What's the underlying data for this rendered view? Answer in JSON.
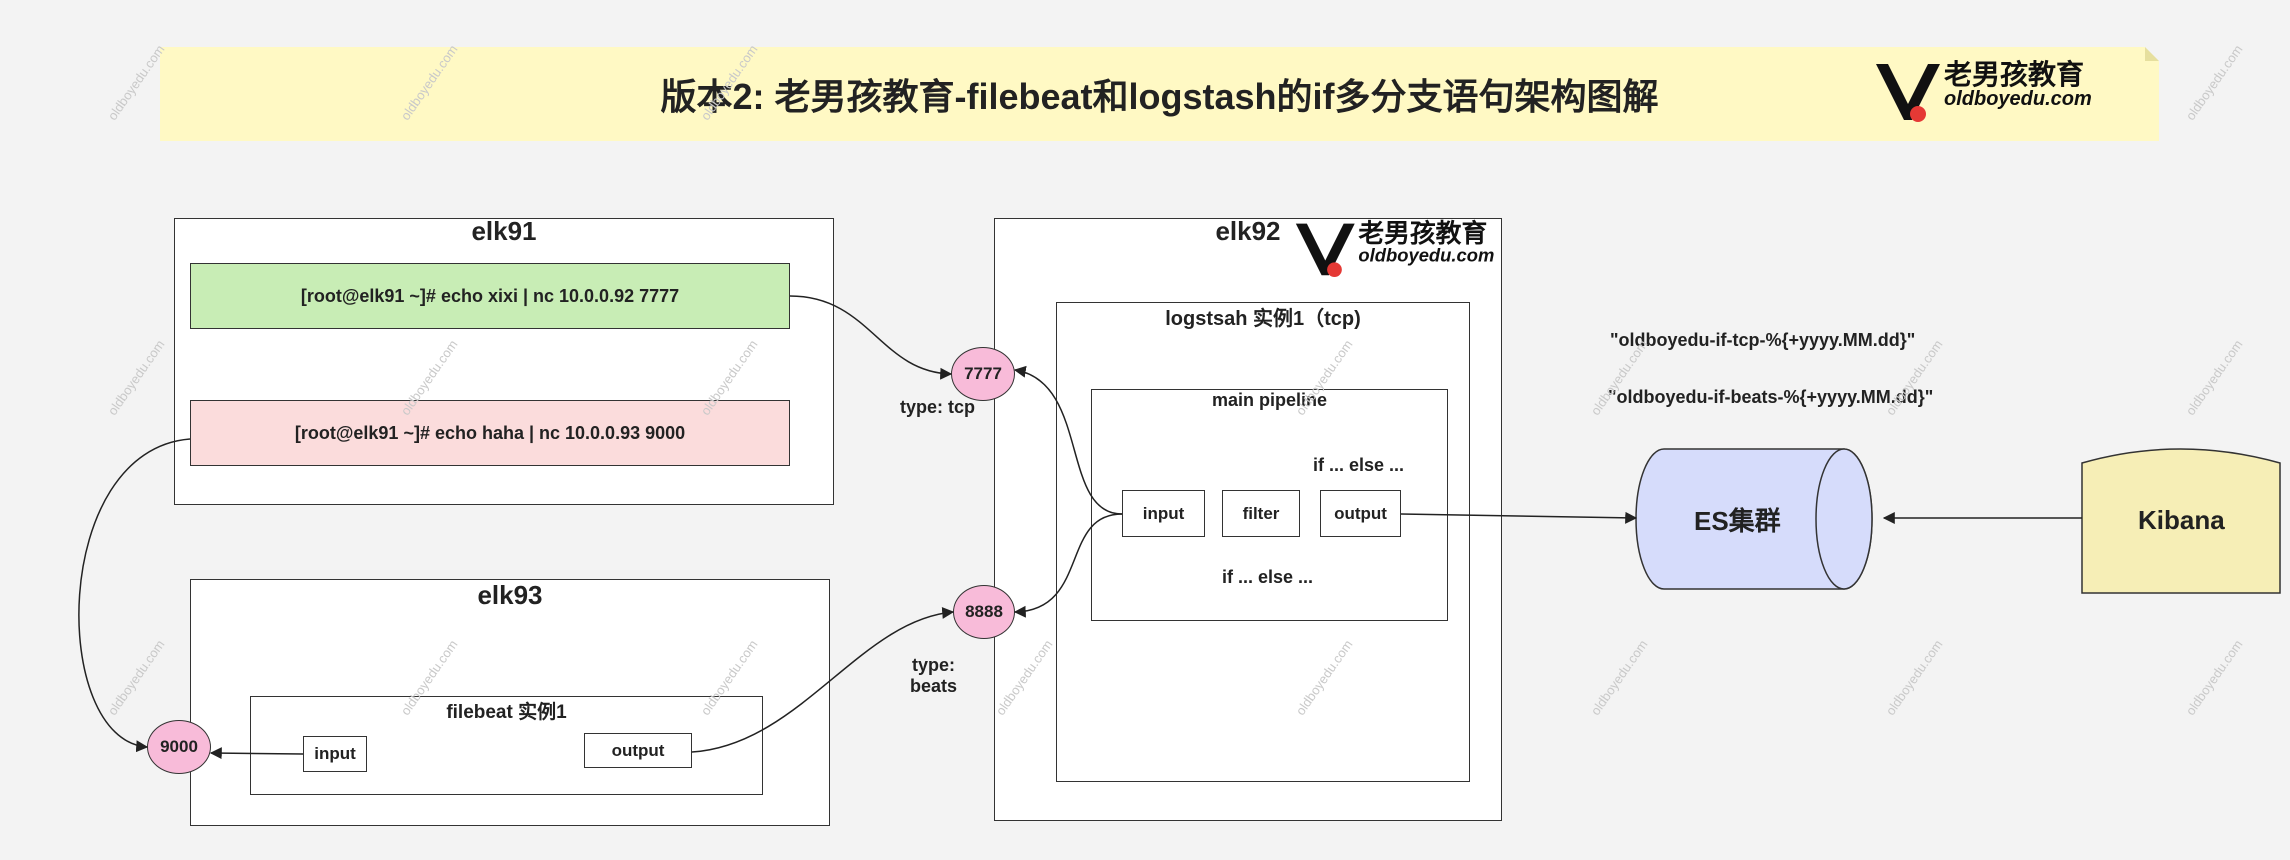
{
  "title": "版本2: 老男孩教育-filebeat和logstash的if多分支语句架构图解",
  "logo": {
    "cn": "老男孩教育",
    "en": "oldboyedu.com"
  },
  "watermark": "oldboyedu.com",
  "elk91": {
    "title": "elk91",
    "cmd1": "[root@elk91 ~]# echo xixi  | nc 10.0.0.92 7777",
    "cmd2": "[root@elk91 ~]# echo haha | nc 10.0.0.93 9000"
  },
  "elk93": {
    "title": "elk93",
    "instance_title": "filebeat 实例1",
    "input": "input",
    "output": "output",
    "port": "9000"
  },
  "elk92": {
    "title": "elk92",
    "instance_title": "logstsah 实例1（tcp)",
    "pipeline_title": "main pipeline",
    "input": "input",
    "filter": "filter",
    "output": "output",
    "if_else_top": "if ... else ...",
    "if_else_bottom": "if ... else ..."
  },
  "ports": {
    "p7777": {
      "value": "7777",
      "type": "type: tcp"
    },
    "p8888": {
      "value": "8888",
      "type_line1": "type:",
      "type_line2": "beats"
    }
  },
  "indices": {
    "tcp": "\"oldboyedu-if-tcp-%{+yyyy.MM.dd}\"",
    "beats": "\"oldboyedu-if-beats-%{+yyyy.MM.dd}\""
  },
  "es": {
    "label": "ES集群"
  },
  "kibana": {
    "label": "Kibana"
  },
  "colors": {
    "banner": "#fff9c4",
    "cmd1_fill": "#c8edb5",
    "cmd2_fill": "#fbdcdc",
    "port_fill": "#f8bbd9",
    "es_fill": "#d6dcfb",
    "kibana_fill": "#f6eeb6",
    "logo_red": "#e53935"
  }
}
